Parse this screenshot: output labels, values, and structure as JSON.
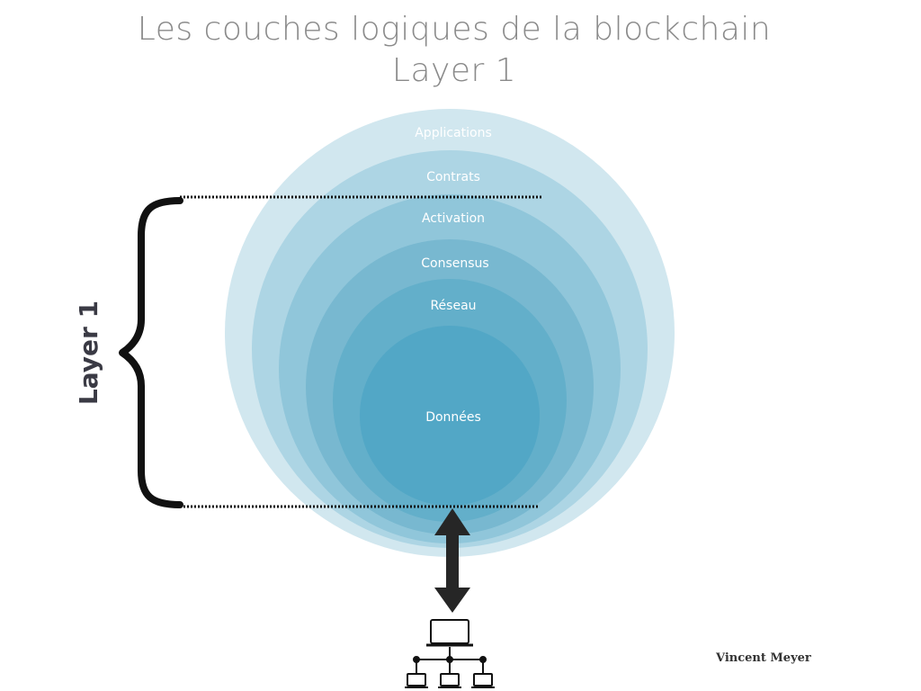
{
  "title": {
    "line1": "Les couches logiques de la blockchain",
    "line2": "Layer 1"
  },
  "layers": [
    {
      "label": "Applications",
      "color": "#d1e7ef"
    },
    {
      "label": "Contrats",
      "color": "#add5e4"
    },
    {
      "label": "Activation",
      "color": "#90c6da"
    },
    {
      "label": "Consensus",
      "color": "#78b8d0"
    },
    {
      "label": "Réseau",
      "color": "#63afca"
    },
    {
      "label": "Données",
      "color": "#52a7c6"
    }
  ],
  "bracket_label": "Layer 1",
  "author": "Vincent Meyer",
  "icons": {
    "arrow": "double-arrow-icon",
    "network": "computer-network-icon"
  }
}
